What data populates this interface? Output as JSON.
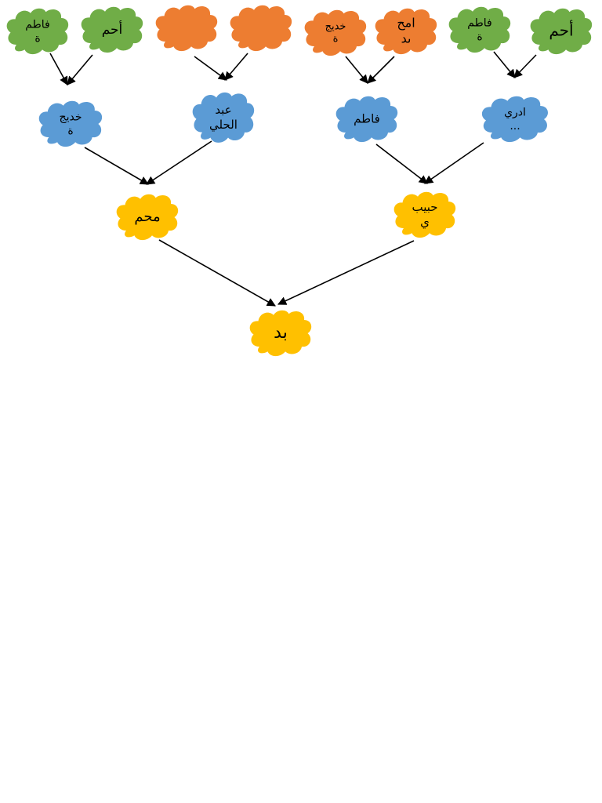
{
  "colors": {
    "green": "#70ad47",
    "orange": "#ed7d31",
    "blue": "#5b9bd5",
    "gold": "#ffc000",
    "arrow": "#000000"
  },
  "tree": {
    "generation_3": [
      {
        "id": "g3-1",
        "lines": [
          "فاطم",
          "ة"
        ],
        "color": "green"
      },
      {
        "id": "g3-2",
        "lines": [
          "أحم"
        ],
        "color": "green"
      },
      {
        "id": "g3-3",
        "lines": [],
        "color": "orange"
      },
      {
        "id": "g3-4",
        "lines": [],
        "color": "orange"
      },
      {
        "id": "g3-5",
        "lines": [
          "خديج",
          "ة"
        ],
        "color": "orange"
      },
      {
        "id": "g3-6",
        "lines": [
          "امح",
          "ىد"
        ],
        "color": "orange"
      },
      {
        "id": "g3-7",
        "lines": [
          "فاطم",
          "ة"
        ],
        "color": "green"
      },
      {
        "id": "g3-8",
        "lines": [
          "أحم"
        ],
        "color": "green"
      }
    ],
    "generation_2": [
      {
        "id": "g2-1",
        "lines": [
          "خديج",
          "ة"
        ],
        "color": "blue"
      },
      {
        "id": "g2-2",
        "lines": [
          "عبد",
          "الحلي"
        ],
        "color": "blue"
      },
      {
        "id": "g2-3",
        "lines": [
          "فاطم"
        ],
        "color": "blue"
      },
      {
        "id": "g2-4",
        "lines": [
          "ادري",
          "..."
        ],
        "color": "blue"
      }
    ],
    "generation_1": [
      {
        "id": "g1-1",
        "lines": [
          "محم"
        ],
        "color": "gold"
      },
      {
        "id": "g1-2",
        "lines": [
          "حبيب",
          "ي"
        ],
        "color": "gold"
      }
    ],
    "root": {
      "id": "root",
      "lines": [
        "بد"
      ],
      "color": "gold"
    }
  }
}
